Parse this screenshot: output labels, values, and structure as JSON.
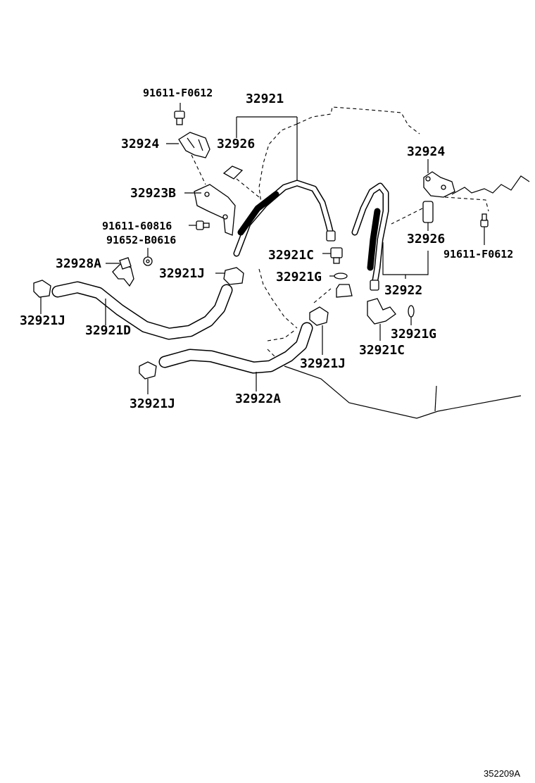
{
  "diagram": {
    "reference_code": "352209A",
    "labels": {
      "bolt_top_left": "91611-F0612",
      "tube_assy_main": "32921",
      "bracket_top_left": "32924",
      "clamp_left": "32926",
      "bracket_mid": "32923B",
      "bolt_mid": "91611-60816",
      "nut_mid": "91652-B0616",
      "clip_left": "32928A",
      "hose_clamp_upper": "32921J",
      "union_upper": "32921C",
      "gasket_upper": "32921G",
      "hose_clamp_far_left": "32921J",
      "hose_upper": "32921D",
      "hose_clamp_lower_right": "32921J",
      "hose_clamp_lower_left": "32921J",
      "hose_lower": "32922A",
      "bracket_right": "32924",
      "clamp_right": "32926",
      "bolt_right": "91611-F0612",
      "tube_right": "32922",
      "gasket_lower": "32921G",
      "union_lower": "32921C"
    }
  }
}
